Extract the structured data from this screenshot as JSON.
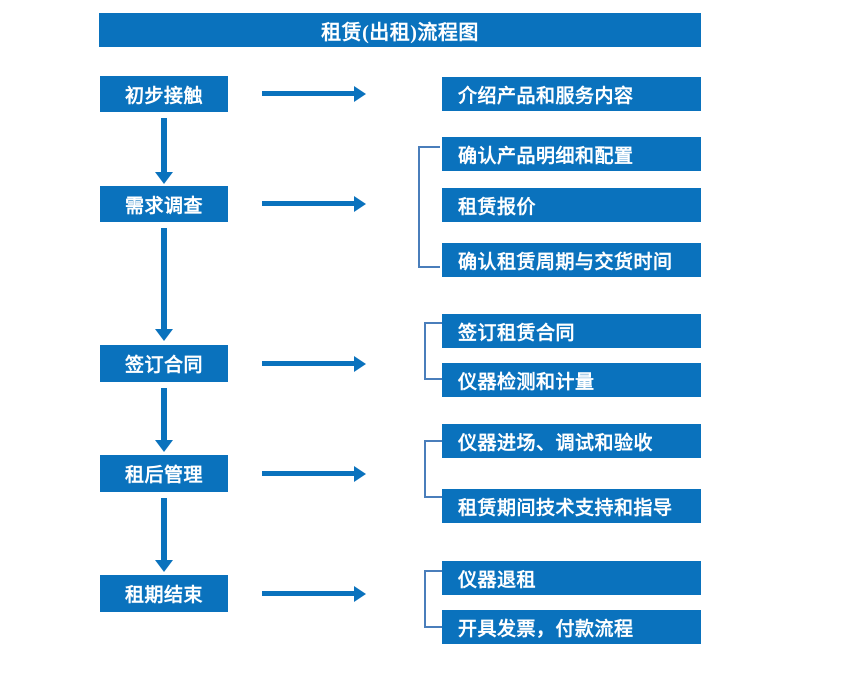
{
  "diagram": {
    "title": "租赁(出租)流程图",
    "colors": {
      "box_fill": "#0a72bd",
      "box_text": "#ffffff",
      "arrow": "#0a72bd",
      "bracket": "#4a7ebb",
      "background": "#ffffff"
    },
    "steps": [
      {
        "id": "step-1",
        "label": "初步接触"
      },
      {
        "id": "step-2",
        "label": "需求调查"
      },
      {
        "id": "step-3",
        "label": "签订合同"
      },
      {
        "id": "step-4",
        "label": "租后管理"
      },
      {
        "id": "step-5",
        "label": "租期结束"
      }
    ],
    "details": [
      {
        "id": "detail-1",
        "label": "介绍产品和服务内容",
        "group": 1
      },
      {
        "id": "detail-2",
        "label": "确认产品明细和配置",
        "group": 2
      },
      {
        "id": "detail-3",
        "label": "租赁报价",
        "group": 2
      },
      {
        "id": "detail-4",
        "label": "确认租赁周期与交货时间",
        "group": 2
      },
      {
        "id": "detail-5",
        "label": "签订租赁合同",
        "group": 3
      },
      {
        "id": "detail-6",
        "label": "仪器检测和计量",
        "group": 3
      },
      {
        "id": "detail-7",
        "label": "仪器进场、调试和验收",
        "group": 4
      },
      {
        "id": "detail-8",
        "label": "租赁期间技术支持和指导",
        "group": 4
      },
      {
        "id": "detail-9",
        "label": "仪器退租",
        "group": 5
      },
      {
        "id": "detail-10",
        "label": "开具发票，付款流程",
        "group": 5
      }
    ],
    "connectors": {
      "horizontal_arrows": 5,
      "vertical_arrows": 4,
      "brackets": 4
    }
  }
}
